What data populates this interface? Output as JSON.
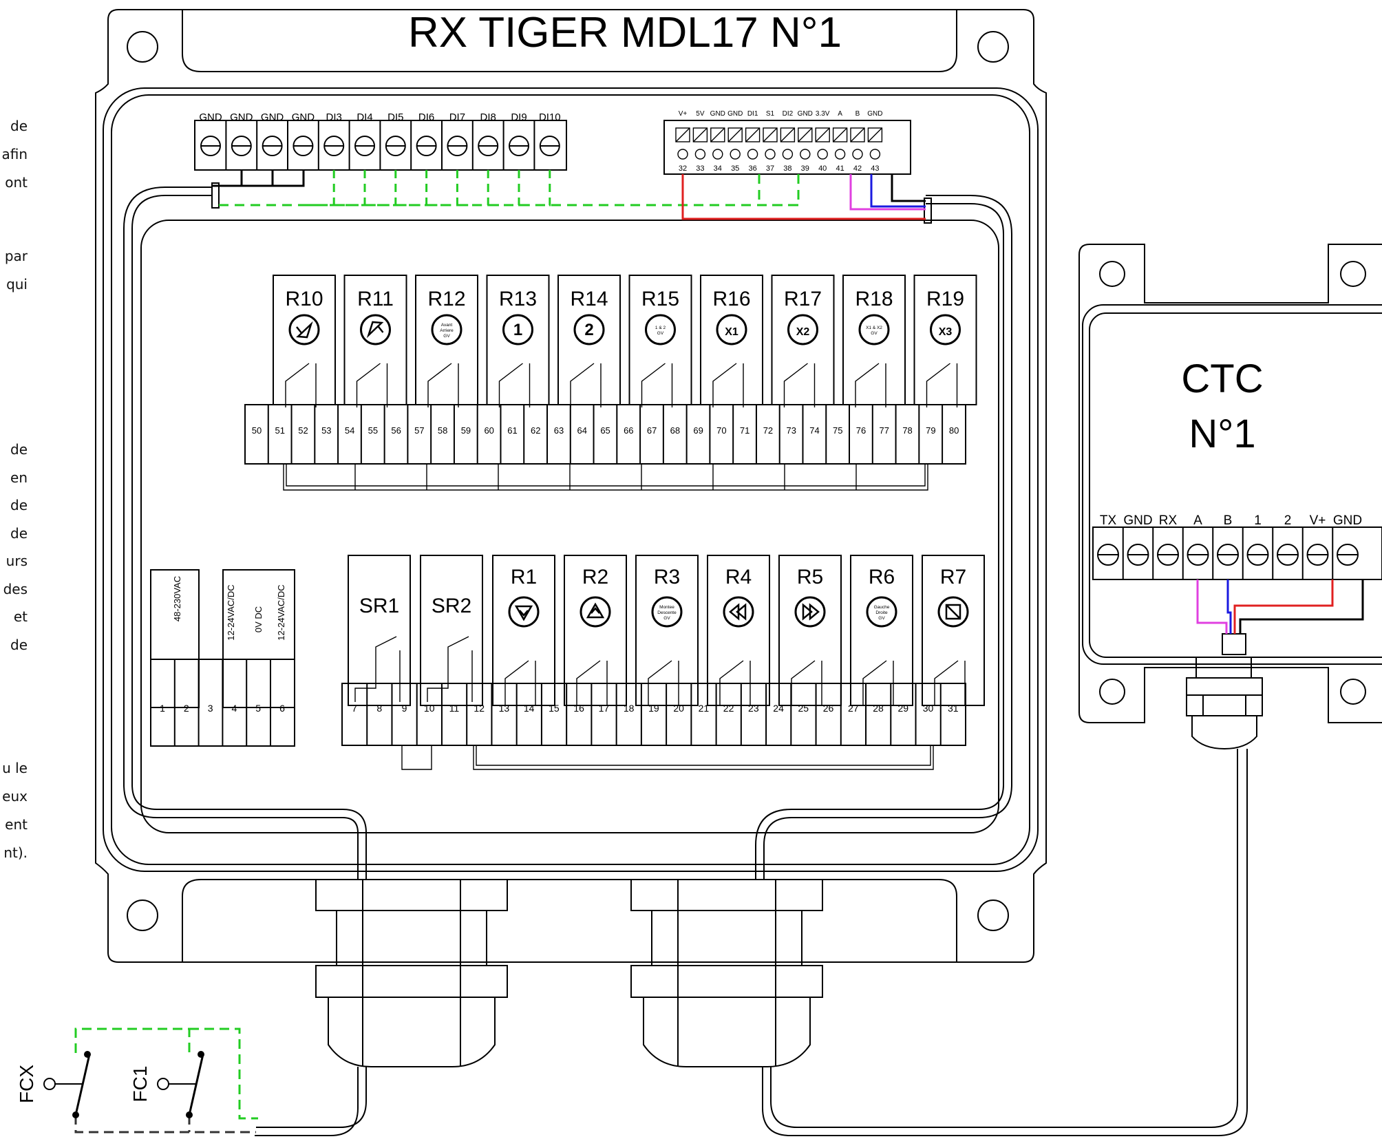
{
  "rx_title": "RX TIGER MDL17 N°1",
  "ctc_title": [
    "CTC",
    "N°1"
  ],
  "left_fragments": [
    [
      "de",
      "afin",
      "ont"
    ],
    [
      "par",
      "qui"
    ],
    [
      "de",
      "en",
      "de",
      "de",
      "urs",
      "des",
      "et",
      "de"
    ],
    [
      "u le",
      "eux",
      "ent",
      "nt)."
    ]
  ],
  "di_labels": [
    "GND",
    "GND",
    "GND",
    "GND",
    "DI3",
    "DI4",
    "DI5",
    "DI6",
    "DI7",
    "DI8",
    "DI9",
    "DI10"
  ],
  "io_labels": [
    "V+",
    "5V",
    "GND",
    "GND",
    "DI1",
    "S1",
    "DI2",
    "GND",
    "3.3V",
    "A",
    "B",
    "GND"
  ],
  "io_numbers": [
    "32",
    "33",
    "34",
    "35",
    "36",
    "37",
    "38",
    "39",
    "40",
    "41",
    "42",
    "43"
  ],
  "upper_relays": [
    {
      "name": "R10",
      "icon": "arrow-right-triangle-icon"
    },
    {
      "name": "R11",
      "icon": "arrow-left-triangle-icon"
    },
    {
      "name": "R12",
      "icon": "text-badge-icon",
      "badge": [
        "Avant",
        "Arriere",
        "GV"
      ]
    },
    {
      "name": "R13",
      "icon": "number-badge-icon",
      "badge": [
        "1"
      ]
    },
    {
      "name": "R14",
      "icon": "number-badge-icon",
      "badge": [
        "2"
      ]
    },
    {
      "name": "R15",
      "icon": "text-badge-icon",
      "badge": [
        "1 & 2",
        "GV"
      ]
    },
    {
      "name": "R16",
      "icon": "number-badge-icon",
      "badge": [
        "X1"
      ]
    },
    {
      "name": "R17",
      "icon": "number-badge-icon",
      "badge": [
        "X2"
      ]
    },
    {
      "name": "R18",
      "icon": "text-badge-icon",
      "badge": [
        "X1 & X2",
        "GV"
      ]
    },
    {
      "name": "R19",
      "icon": "number-badge-icon",
      "badge": [
        "X3"
      ]
    }
  ],
  "upper_terminals": [
    "50",
    "51",
    "52",
    "53",
    "54",
    "55",
    "56",
    "57",
    "58",
    "59",
    "60",
    "61",
    "62",
    "63",
    "64",
    "65",
    "66",
    "67",
    "68",
    "69",
    "70",
    "71",
    "72",
    "73",
    "74",
    "75",
    "76",
    "77",
    "78",
    "79",
    "80"
  ],
  "power_labels": [
    "48-230VAC",
    "12-24VAC/DC",
    "0V DC",
    "12-24VAC/DC"
  ],
  "power_terminals": [
    "1",
    "2",
    "3",
    "4",
    "5",
    "6"
  ],
  "sub_relays": [
    "SR1",
    "SR2"
  ],
  "lower_relays": [
    {
      "name": "R1",
      "icon": "arrow-down-triangle-icon"
    },
    {
      "name": "R2",
      "icon": "arrow-up-triangle-icon"
    },
    {
      "name": "R3",
      "icon": "text-badge-icon",
      "badge": [
        "Montee",
        "Descente",
        "GV"
      ]
    },
    {
      "name": "R4",
      "icon": "rewind-icon"
    },
    {
      "name": "R5",
      "icon": "fast-forward-icon"
    },
    {
      "name": "R6",
      "icon": "text-badge-icon",
      "badge": [
        "Gauche",
        "Droite",
        "GV"
      ]
    },
    {
      "name": "R7",
      "icon": "stop-mark-icon"
    }
  ],
  "lower_terminals": [
    "7",
    "8",
    "9",
    "10",
    "11",
    "12",
    "13",
    "14",
    "15",
    "16",
    "17",
    "18",
    "19",
    "20",
    "21",
    "22",
    "23",
    "24",
    "25",
    "26",
    "27",
    "28",
    "29",
    "30",
    "31"
  ],
  "ctc_labels": [
    "TX",
    "GND",
    "RX",
    "A",
    "B",
    "1",
    "2",
    "V+",
    "GND"
  ],
  "switches": [
    "FCX",
    "FC1"
  ],
  "wire_colors": {
    "signal": "#22cc22",
    "power": "#e02020",
    "a_line": "#e040e0",
    "b_line": "#1a1ae0",
    "ground": "#000000"
  }
}
